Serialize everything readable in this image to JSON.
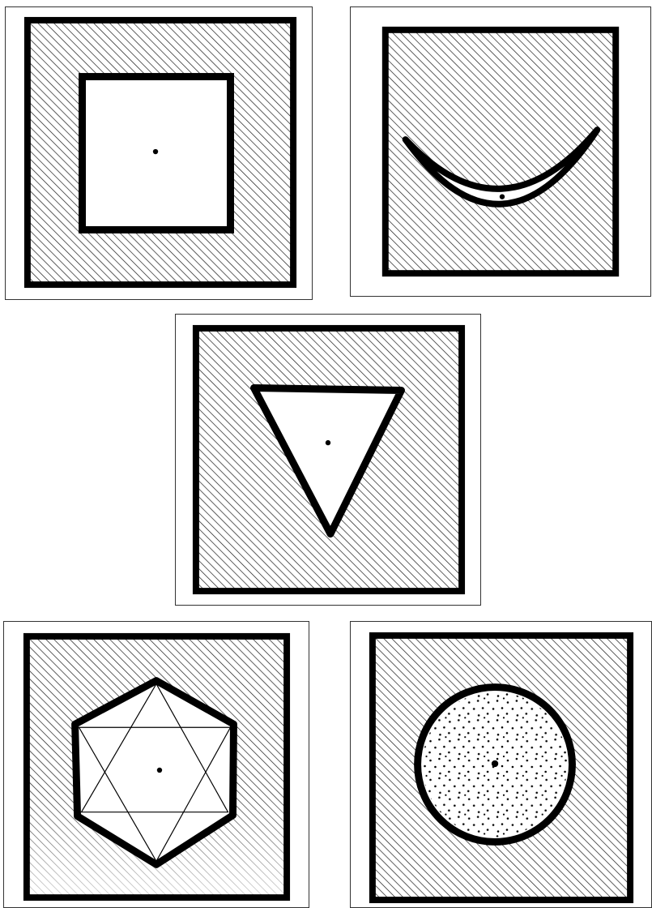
{
  "colors": {
    "ink": "#000000",
    "paper": "#ffffff",
    "hatch": "#1a1a1a"
  },
  "cards": [
    {
      "id": "square",
      "symbol": "square"
    },
    {
      "id": "crescent",
      "symbol": "crescent-moon"
    },
    {
      "id": "triangle",
      "symbol": "inverted-triangle"
    },
    {
      "id": "hexagram",
      "symbol": "hexagram-in-hexagon"
    },
    {
      "id": "circle",
      "symbol": "dotted-circle"
    }
  ]
}
